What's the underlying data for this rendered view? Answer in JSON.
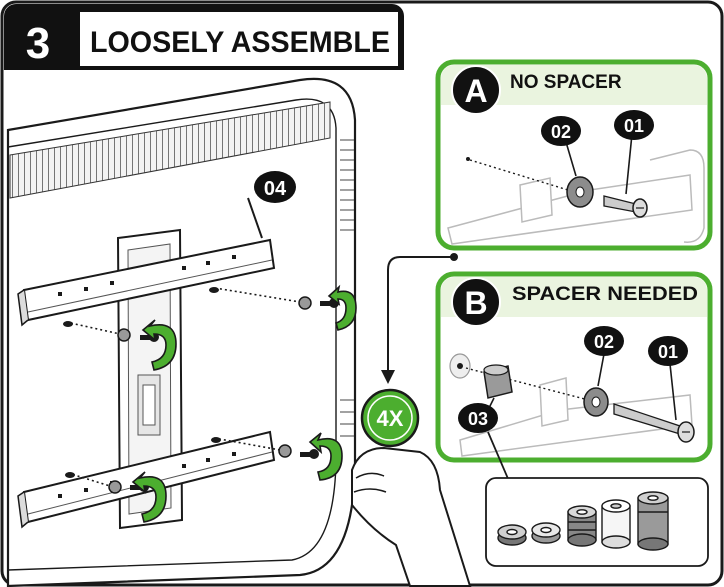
{
  "step": {
    "number": "3",
    "title": "LOOSELY ASSEMBLE"
  },
  "main_view": {
    "part_label": "04",
    "count_badge": "4X"
  },
  "panel_a": {
    "letter": "A",
    "title": "NO SPACER",
    "labels": [
      "02",
      "01"
    ]
  },
  "panel_b": {
    "letter": "B",
    "title": "SPACER NEEDED",
    "labels": [
      "02",
      "01",
      "03"
    ]
  },
  "colors": {
    "accent_green": "#4cae2f",
    "panel_bg": "#eaf4df",
    "title_bar": "#111111",
    "line": "#1a1a1a"
  },
  "icons": [
    "screw-icon",
    "washer-icon",
    "spacer-icon",
    "tighten-arrow-icon",
    "hand-icon"
  ]
}
